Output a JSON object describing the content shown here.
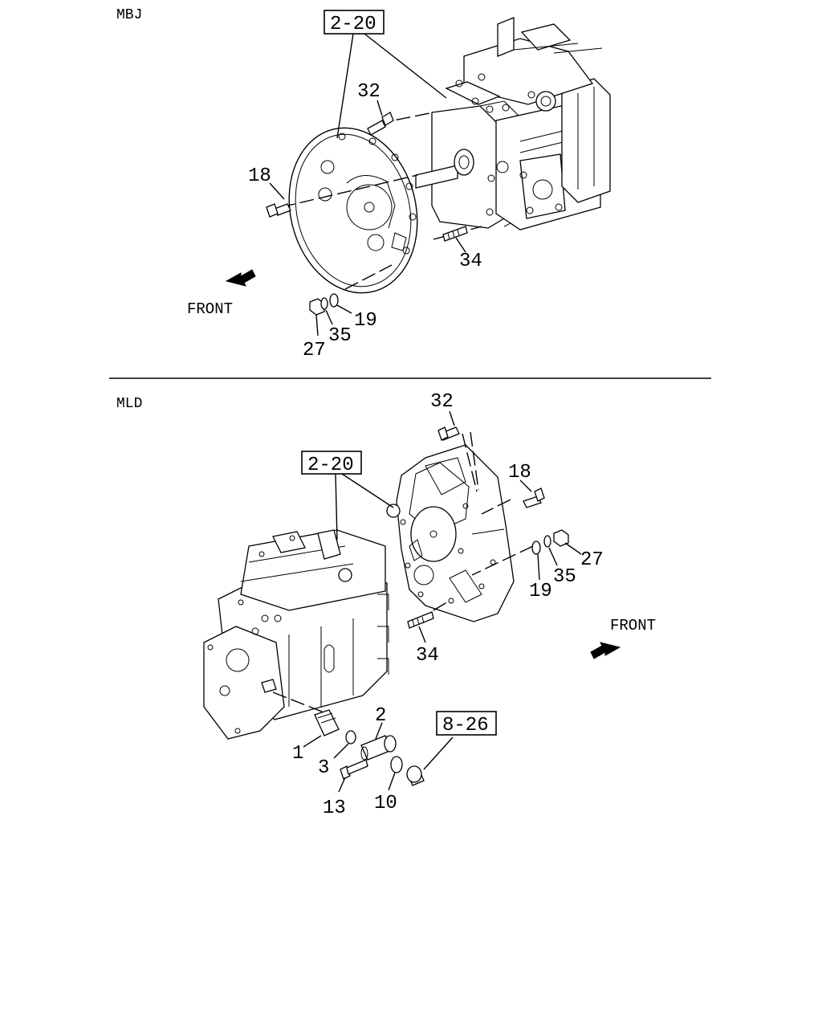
{
  "sections": {
    "top": {
      "code": "MBJ",
      "front_label": "FRONT",
      "boxed_ref": "2-20",
      "callouts": {
        "c32": "32",
        "c18": "18",
        "c34": "34",
        "c19": "19",
        "c35": "35",
        "c27": "27"
      }
    },
    "bottom": {
      "code": "MLD",
      "front_label": "FRONT",
      "boxed_ref": "2-20",
      "boxed_ref_2": "8-26",
      "callouts": {
        "c32": "32",
        "c18": "18",
        "c27": "27",
        "c35": "35",
        "c19": "19",
        "c34": "34",
        "c1": "1",
        "c2": "2",
        "c3": "3",
        "c13": "13",
        "c10": "10"
      }
    }
  },
  "colors": {
    "ink": "#000000",
    "paper": "#ffffff"
  },
  "icons": {
    "front_arrow": "arrow-icon"
  }
}
